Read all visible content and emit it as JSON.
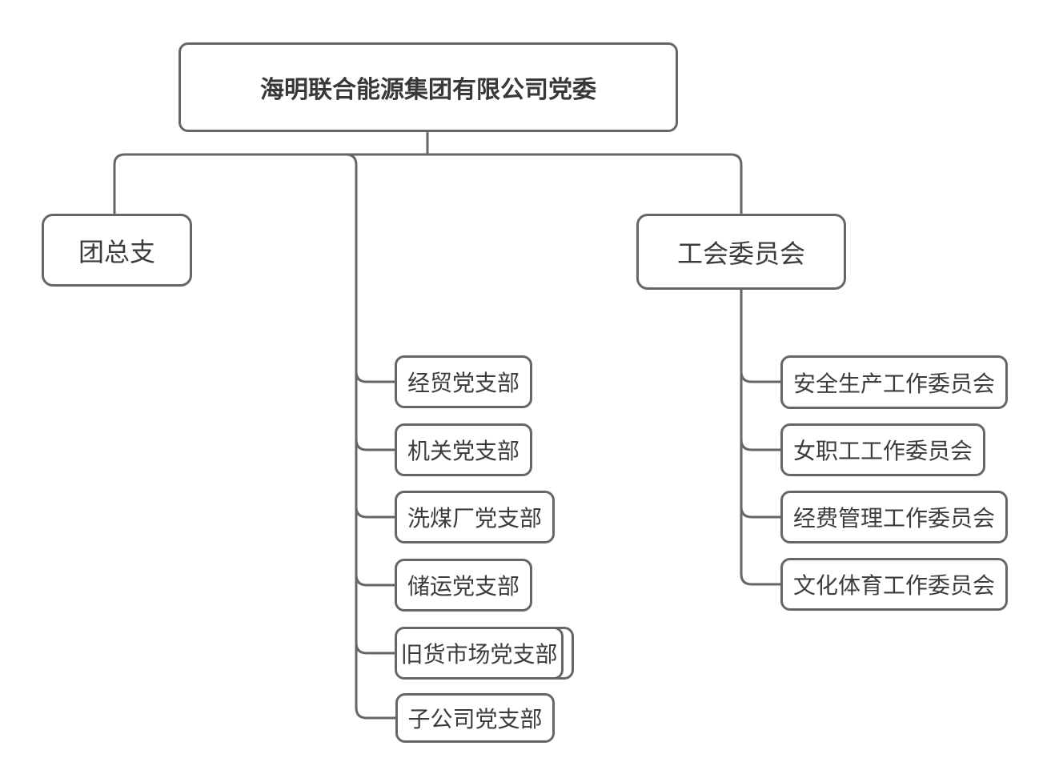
{
  "org_chart": {
    "root_label": "海明联合能源集团有限公司党委",
    "left_branch": {
      "label": "团总支"
    },
    "party_branches": [
      "经贸党支部",
      "机关党支部",
      "洗煤厂党支部",
      "储运党支部",
      "旧货市场党支部",
      "子公司党支部"
    ],
    "union": {
      "label": "工会委员会",
      "children": [
        "安全生产工作委员会",
        "女职工工作委员会",
        "经费管理工作委员会",
        "文化体育工作委员会"
      ]
    },
    "colors": {
      "line": "#666666",
      "text": "#3c3c3c",
      "background": "#ffffff"
    }
  }
}
